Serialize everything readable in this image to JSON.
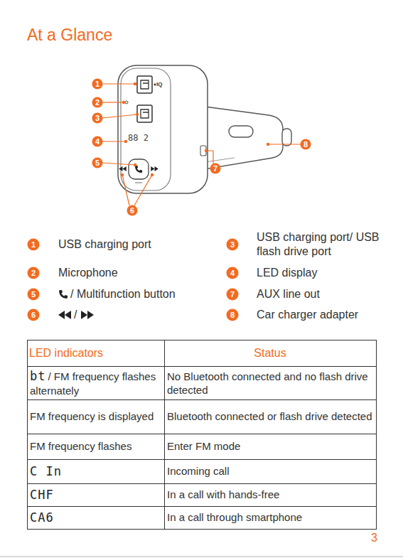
{
  "diagram": {
    "title": "At a Glance",
    "labels": [
      "1",
      "2",
      "3",
      "4",
      "5",
      "6",
      "7",
      "8",
      "IQ",
      "88 2",
      "1",
      "USB charging port",
      "3",
      "USB charging port/ USB flash drive port",
      "2",
      "Microphone",
      "4",
      "LED display",
      "5",
      "/ Multifunction button",
      "7",
      "AUX line out",
      "6",
      "/",
      "8",
      "Car charger adapter",
      "LED indicators",
      "Status",
      "bt",
      "/ FM frequency flashes alternately",
      "No Bluetooth connected and no flash drive detected",
      "FM frequency is displayed",
      "Bluetooth connected or flash drive detected",
      "FM frequency flashes",
      "Enter FM mode",
      "C In",
      "Incoming call",
      "CHF",
      "In a call with hands-free",
      "CA6",
      "In a call through smartphone",
      "3"
    ]
  }
}
